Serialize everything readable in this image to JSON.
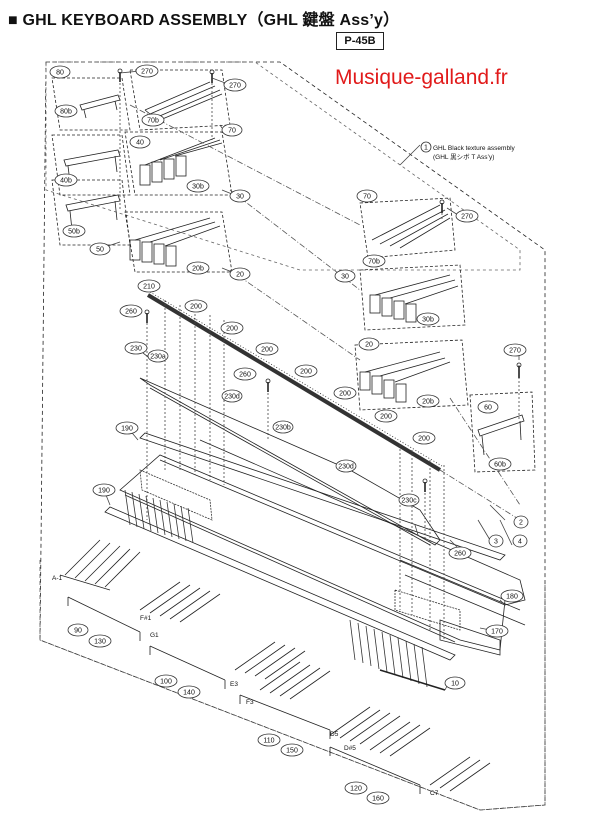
{
  "header": {
    "title": "■ GHL KEYBOARD ASSEMBLY（GHL 鍵盤 Ass’y）",
    "page_code": "P-45B"
  },
  "watermark": "Musique-galland.fr",
  "assembly_note": {
    "ref": "1",
    "line1": "GHL Black texture assembly",
    "line2": "(GHL 黒シボ T Ass’y)"
  },
  "callouts": {
    "c80": "80",
    "c80b": "80b",
    "c270a": "270",
    "c270b": "270",
    "c70b": "70b",
    "c70": "70",
    "c40": "40",
    "c40b": "40b",
    "c30b": "30b",
    "c30": "30",
    "c50b": "50b",
    "c50": "50",
    "c20b": "20b",
    "c20": "20",
    "c210": "210",
    "c260a": "260",
    "c200a": "200",
    "c200b": "200",
    "c200c": "200",
    "c200d": "200",
    "c200e": "200",
    "c200f": "200",
    "c200g": "200",
    "c230": "230",
    "c230a": "230a",
    "c230d1": "230d",
    "c230b": "230b",
    "c230d2": "230d",
    "c230c": "230c",
    "c260b": "260",
    "c260c": "260",
    "c190a": "190",
    "c190b": "190",
    "r70": "70",
    "r270": "270",
    "r70b": "70b",
    "r30": "30",
    "r30b": "30b",
    "r20": "20",
    "r20b": "20b",
    "r270b": "270",
    "r60": "60",
    "r60b": "60b",
    "n2": "2",
    "n3": "3",
    "n4": "4",
    "n180": "180",
    "n170": "170",
    "n10": "10",
    "n90": "90",
    "n130": "130",
    "n100": "100",
    "n140": "140",
    "n110": "110",
    "n150": "150",
    "n120": "120",
    "n160": "160"
  },
  "key_labels": {
    "a1": "A-1",
    "f1": "F#1",
    "g1": "G1",
    "e3": "E3",
    "f3": "F3",
    "d5": "D5",
    "ds5": "D#5",
    "c7": "C7"
  }
}
